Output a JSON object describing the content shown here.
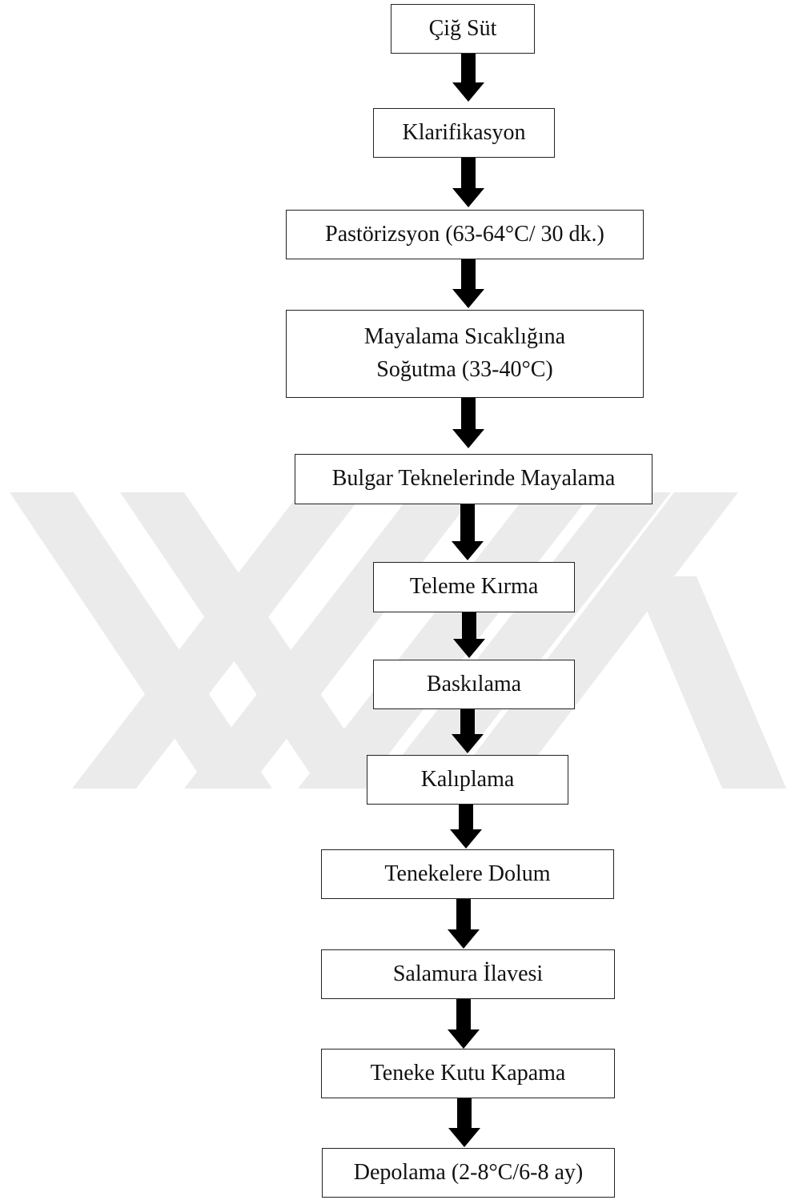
{
  "watermark": {
    "color": "#ebebeb",
    "shape": "stylized-YK-logo"
  },
  "flow": {
    "steps": [
      {
        "line1": "Çiğ Süt",
        "line2": ""
      },
      {
        "line1": "Klarifikasyon",
        "line2": ""
      },
      {
        "line1": "Pastörizsyon (63-64°C/ 30 dk.)",
        "line2": ""
      },
      {
        "line1": "Mayalama Sıcaklığına",
        "line2": "Soğutma (33-40°C)"
      },
      {
        "line1": "Bulgar Teknelerinde Mayalama",
        "line2": ""
      },
      {
        "line1": "Teleme Kırma",
        "line2": ""
      },
      {
        "line1": "Baskılama",
        "line2": ""
      },
      {
        "line1": "Kalıplama",
        "line2": ""
      },
      {
        "line1": "Tenekelere Dolum",
        "line2": ""
      },
      {
        "line1": "Salamura İlavesi",
        "line2": ""
      },
      {
        "line1": "Teneke Kutu Kapama",
        "line2": ""
      },
      {
        "line1": "Depolama (2-8°C/6-8 ay)",
        "line2": ""
      }
    ]
  }
}
